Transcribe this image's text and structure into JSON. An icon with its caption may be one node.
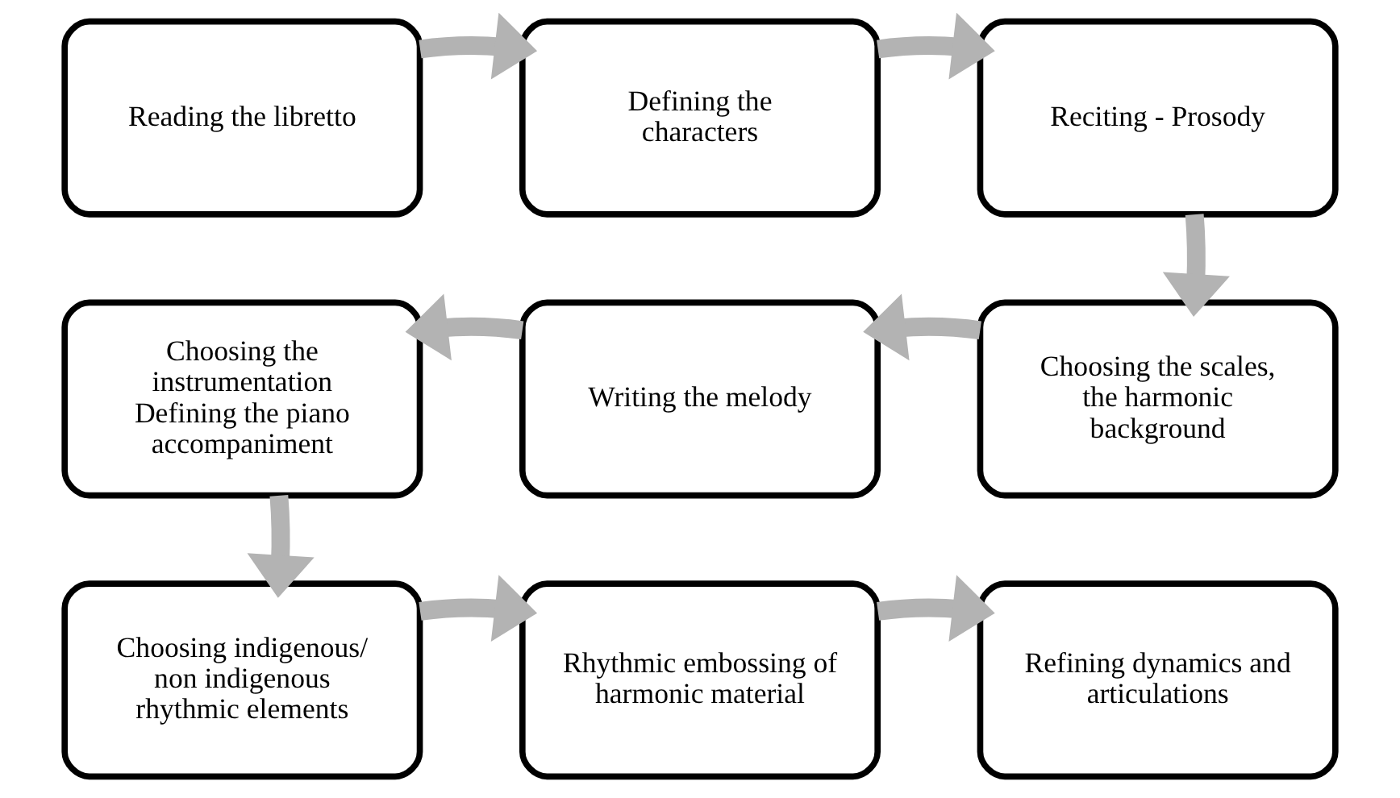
{
  "diagram": {
    "nodes": [
      {
        "text": [
          "Reading the libretto"
        ]
      },
      {
        "text": [
          "Defining the characters"
        ]
      },
      {
        "text": [
          "Reciting - Prosody"
        ]
      },
      {
        "text": [
          "Choosing the instrumentation",
          "Defining the piano accompaniment"
        ]
      },
      {
        "text": [
          "Writing the melody"
        ]
      },
      {
        "text": [
          "Choosing the scales, the harmonic background"
        ]
      },
      {
        "text": [
          "Choosing indigenous/ non indigenous rhythmic elements"
        ]
      },
      {
        "text": [
          "Rhythmic embossing of harmonic material"
        ]
      },
      {
        "text": [
          "Refining dynamics and articulations"
        ]
      }
    ],
    "edges": [
      {
        "from": 0,
        "to": 1,
        "arrow": "to"
      },
      {
        "from": 1,
        "to": 2,
        "arrow": "to"
      },
      {
        "from": 2,
        "to": 5,
        "arrow": "to"
      },
      {
        "from": 5,
        "to": 4,
        "arrow": "to"
      },
      {
        "from": 4,
        "to": 3,
        "arrow": "to"
      },
      {
        "from": 3,
        "to": 6,
        "arrow": "to"
      },
      {
        "from": 6,
        "to": 7,
        "arrow": "to"
      },
      {
        "from": 7,
        "to": 8,
        "arrow": "to"
      }
    ]
  }
}
